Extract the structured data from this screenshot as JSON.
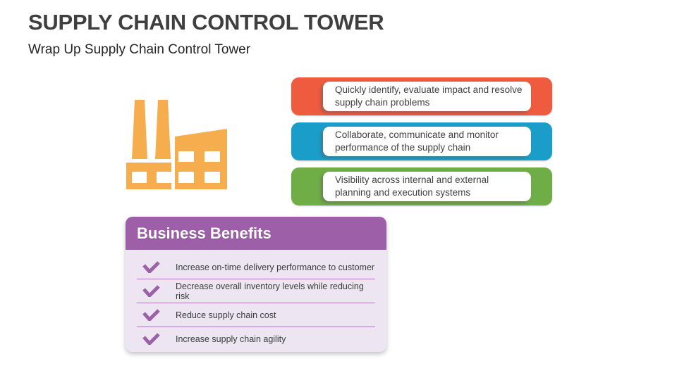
{
  "slide": {
    "title": "SUPPLY CHAIN CONTROL TOWER",
    "subtitle": "Wrap Up Supply Chain Control Tower"
  },
  "callouts": [
    {
      "text": "Quickly identify, evaluate impact and resolve supply chain problems",
      "color": "#ee5b3e"
    },
    {
      "text": "Collaborate, communicate and monitor performance of the supply chain",
      "color": "#1b9dc9"
    },
    {
      "text": "Visibility across internal and external planning and execution systems",
      "color": "#6fad47"
    }
  ],
  "benefits": {
    "title": "Business Benefits",
    "header_color": "#9c5fa8",
    "body_color": "#ede6f2",
    "divider_color": "#a87ab8",
    "items": [
      "Increase on-time delivery performance to customer",
      "Decrease overall inventory levels while reducing risk",
      "Reduce supply chain cost",
      "Increase supply chain agility"
    ]
  },
  "icons": {
    "factory": "factory-icon",
    "factory_color": "#f5ad4d",
    "check": "check-icon",
    "check_color": "#9c62a8"
  },
  "colors": {
    "title_text": "#3f3f3f",
    "body_text": "#404040",
    "background": "#ffffff"
  }
}
